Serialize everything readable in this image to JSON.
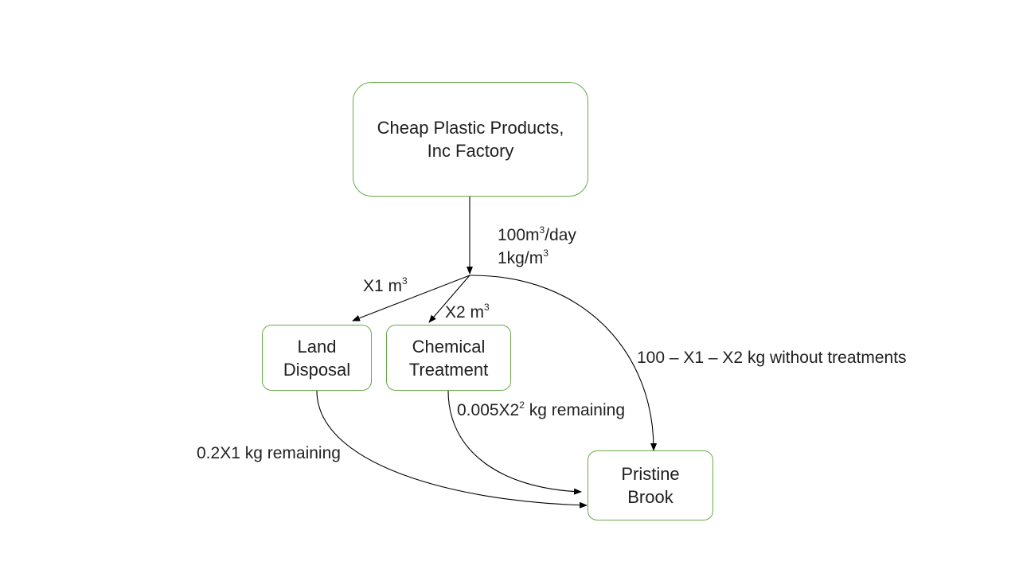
{
  "nodes": {
    "factory": {
      "line1": "Cheap Plastic Products,",
      "line2": "Inc Factory"
    },
    "land": {
      "line1": "Land",
      "line2": "Disposal"
    },
    "chemical": {
      "line1": "Chemical",
      "line2": "Treatment"
    },
    "brook": {
      "line1": "Pristine",
      "line2": "Brook"
    }
  },
  "labels": {
    "flow_rate": {
      "pre": "100m",
      "sup": "3",
      "post": "/day"
    },
    "concentration": {
      "pre": "1kg/m",
      "sup": "3"
    },
    "x1_volume": {
      "pre": "X1 m",
      "sup": "3"
    },
    "x2_volume": {
      "pre": "X2 m",
      "sup": "3"
    },
    "untreated": {
      "text": "100 – X1 – X2 kg without treatments"
    },
    "chem_remaining": {
      "pre": "0.005X2",
      "sup": "2",
      "post": " kg remaining"
    },
    "land_remaining": {
      "text": "0.2X1 kg remaining"
    }
  },
  "colors": {
    "node_border": "#6aaa4a",
    "edge": "#000000",
    "text": "#222222"
  }
}
